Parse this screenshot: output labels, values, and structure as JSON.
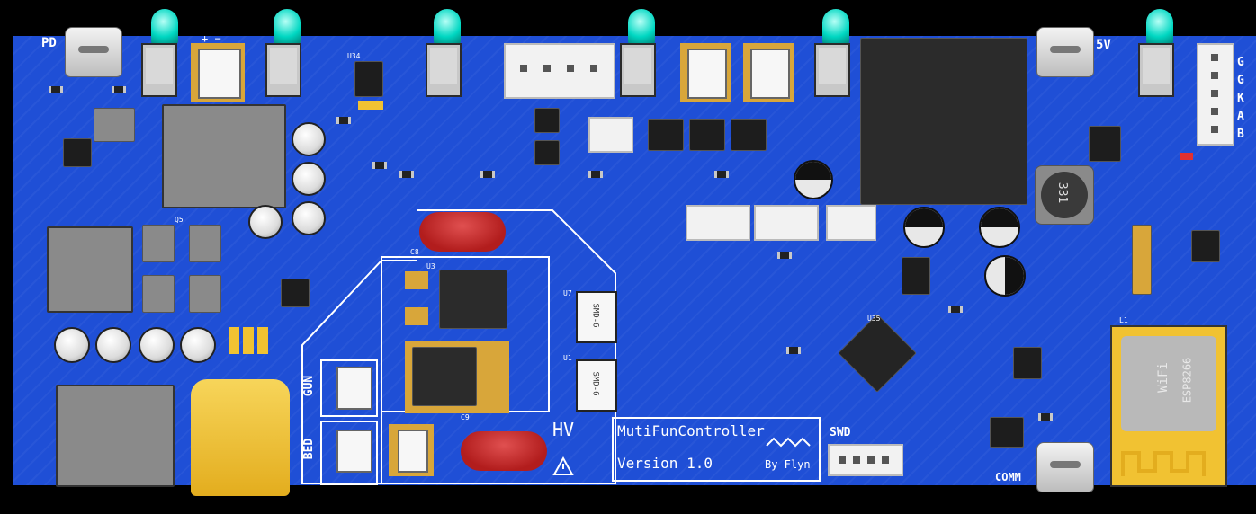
{
  "board": {
    "title": "MutiFunController",
    "version": "Version 1.0",
    "author": "By Flyn",
    "labels": {
      "pd": "PD",
      "five_v": "5V",
      "hv": "HV",
      "swd": "SWD",
      "comm": "COMM",
      "gun": "GUN",
      "bed": "BED"
    },
    "pin_header_labels": [
      "G",
      "G",
      "K",
      "A",
      "B"
    ],
    "module_name": "ESP8266",
    "module_wifi": "WiFi",
    "inductor_code": "331",
    "silk_small": {
      "u3": "U3",
      "u1": "U1",
      "u7": "U7",
      "u35": "U35",
      "ssd6": "SMD-6",
      "ssd6b": "SMD-6",
      "c8": "C8",
      "c9": "C9",
      "u34": "U34",
      "l1": "L1",
      "q5": "Q5"
    },
    "colors": {
      "board_blue": "#1f4fd6",
      "led_teal": "#00d7c2",
      "fuse_red": "#b21d1d",
      "gold_pad": "#d8a63a",
      "xt60_yellow": "#f1c232"
    }
  }
}
